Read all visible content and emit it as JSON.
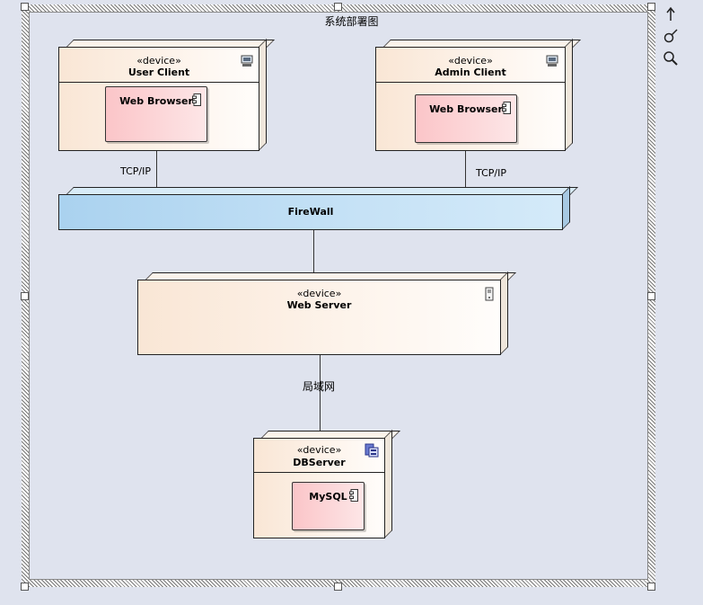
{
  "diagram": {
    "title": "系统部署图",
    "nodes": {
      "user_client": {
        "stereotype": "«device»",
        "name": "User Client",
        "icon": "computer-icon",
        "component": "Web Browser",
        "component_icon": "component-icon"
      },
      "admin_client": {
        "stereotype": "«device»",
        "name": "Admin Client",
        "icon": "computer-icon",
        "component": "Web Browser",
        "component_icon": "component-icon"
      },
      "firewall": {
        "name": "FireWall"
      },
      "web_server": {
        "stereotype": "«device»",
        "name": "Web Server",
        "icon": "server-tower-icon"
      },
      "db_server": {
        "stereotype": "«device»",
        "name": "DBServer",
        "icon": "database-server-icon",
        "component": "MySQL",
        "component_icon": "component-icon"
      }
    },
    "connectors": {
      "user_to_firewall": "TCP/IP",
      "admin_to_firewall": "TCP/IP",
      "firewall_to_webserver": "",
      "webserver_to_db": "局域网"
    }
  },
  "toolbar": {
    "tools": [
      "arrow-up-icon",
      "paint-brush-icon",
      "magnifier-icon"
    ]
  },
  "colors": {
    "background": "#dfe3ee",
    "node_fill": "#fbeee2",
    "firewall_fill": "#b8daf2",
    "component_fill": "#fcd4d6"
  }
}
